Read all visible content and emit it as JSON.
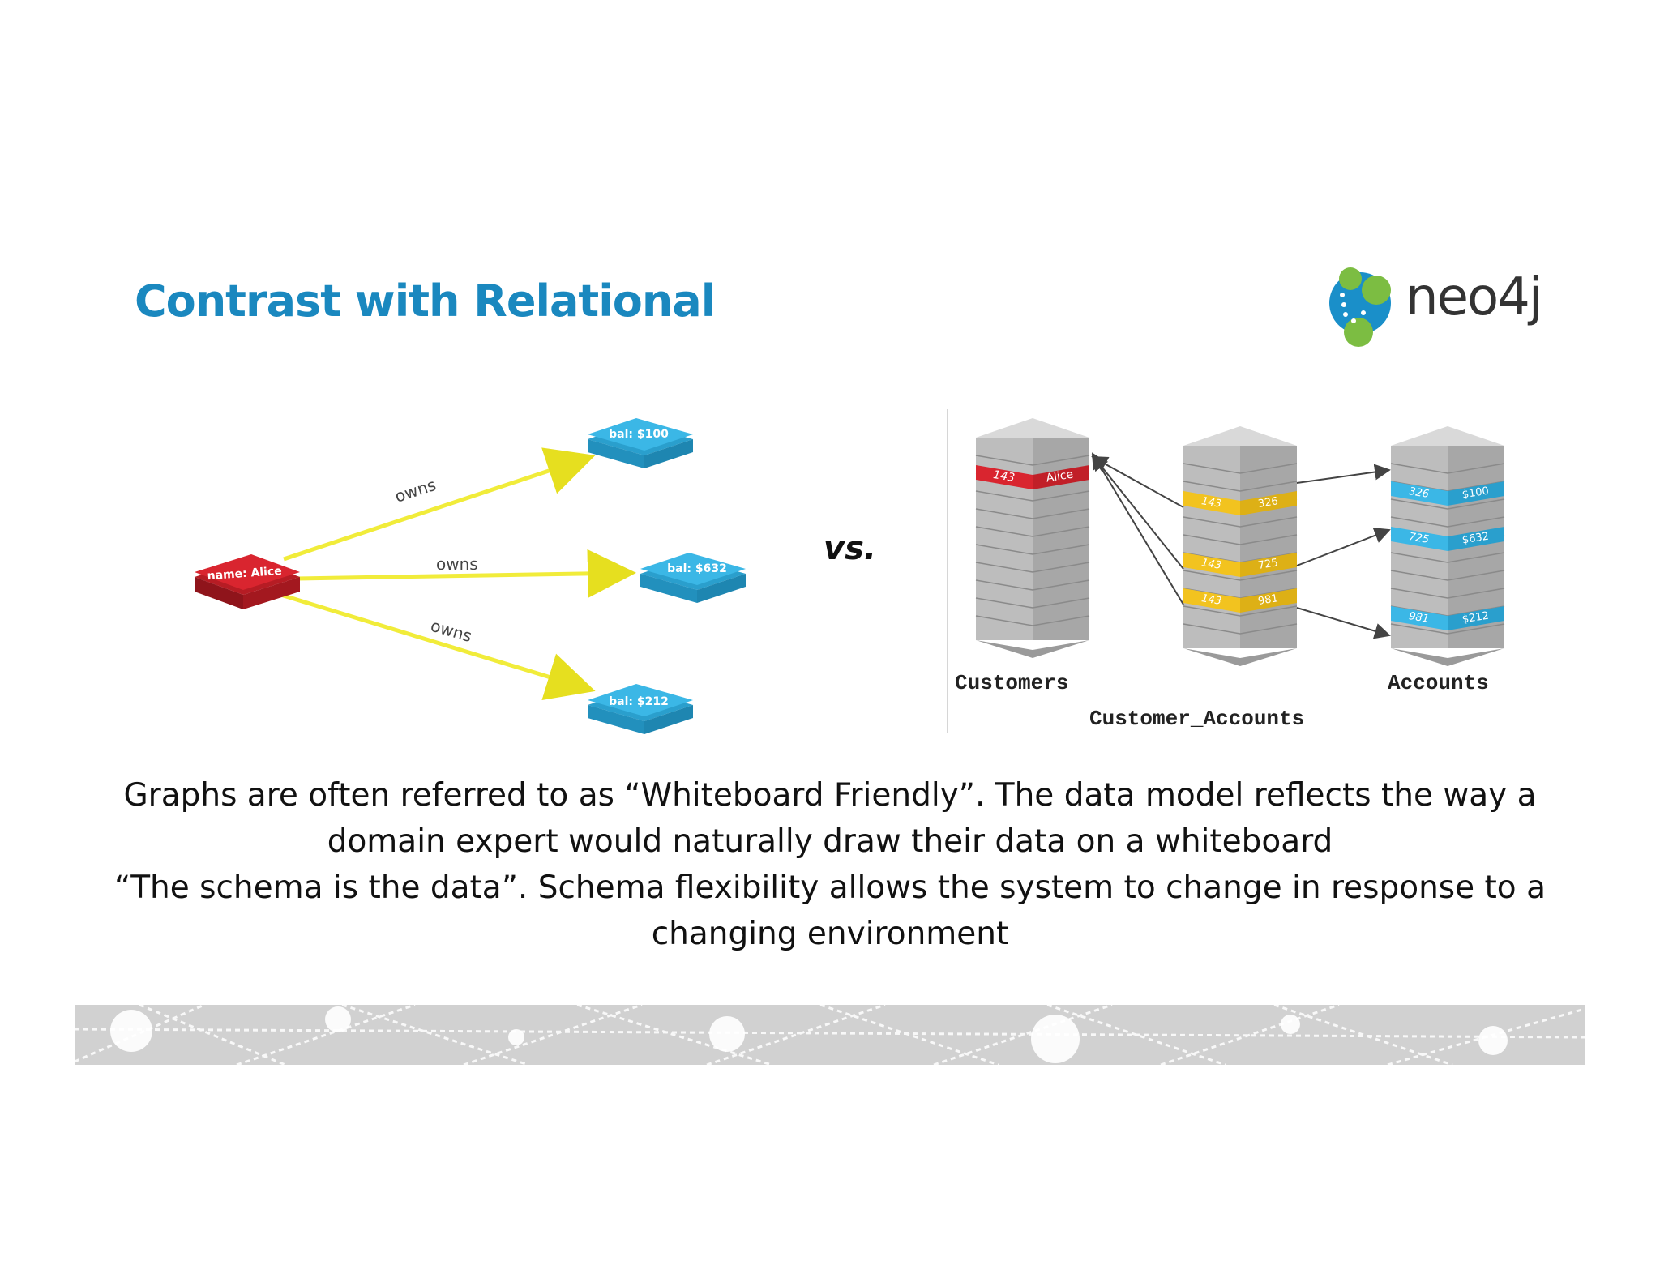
{
  "slide": {
    "title": "Contrast with Relational"
  },
  "logo": {
    "wordmark": "neo4j",
    "colors": {
      "blue": "#1a8fc9",
      "green": "#7cbd42",
      "text": "#333333"
    }
  },
  "graph_model": {
    "center_node": {
      "label": "name: Alice",
      "color": "#d9252f"
    },
    "account_nodes": [
      {
        "label": "bal: $100"
      },
      {
        "label": "bal: $632"
      },
      {
        "label": "bal: $212"
      }
    ],
    "edge_label": "owns",
    "node_color": "#3bb7e6",
    "edge_color": "#f1ec3a"
  },
  "vs_text": "vs.",
  "relational_model": {
    "tables": [
      {
        "name": "Customers",
        "highlight_color": "#d9252f",
        "rows": [
          {
            "cells": [
              "143",
              "Alice"
            ]
          }
        ]
      },
      {
        "name": "Customer_Accounts",
        "highlight_color": "#f2c31f",
        "rows": [
          {
            "cells": [
              "143",
              "326"
            ]
          },
          {
            "cells": [
              "143",
              "725"
            ]
          },
          {
            "cells": [
              "143",
              "981"
            ]
          }
        ]
      },
      {
        "name": "Accounts",
        "highlight_color": "#3bb7e6",
        "rows": [
          {
            "cells": [
              "326",
              "$100"
            ]
          },
          {
            "cells": [
              "725",
              "$632"
            ]
          },
          {
            "cells": [
              "981",
              "$212"
            ]
          }
        ]
      }
    ]
  },
  "caption": {
    "paragraph1": "Graphs are often referred to as “Whiteboard Friendly”. The data model reflects the way a domain expert would naturally draw their data on a whiteboard",
    "paragraph2": "“The schema is the data”. Schema flexibility allows the system to change in response to a changing environment"
  }
}
